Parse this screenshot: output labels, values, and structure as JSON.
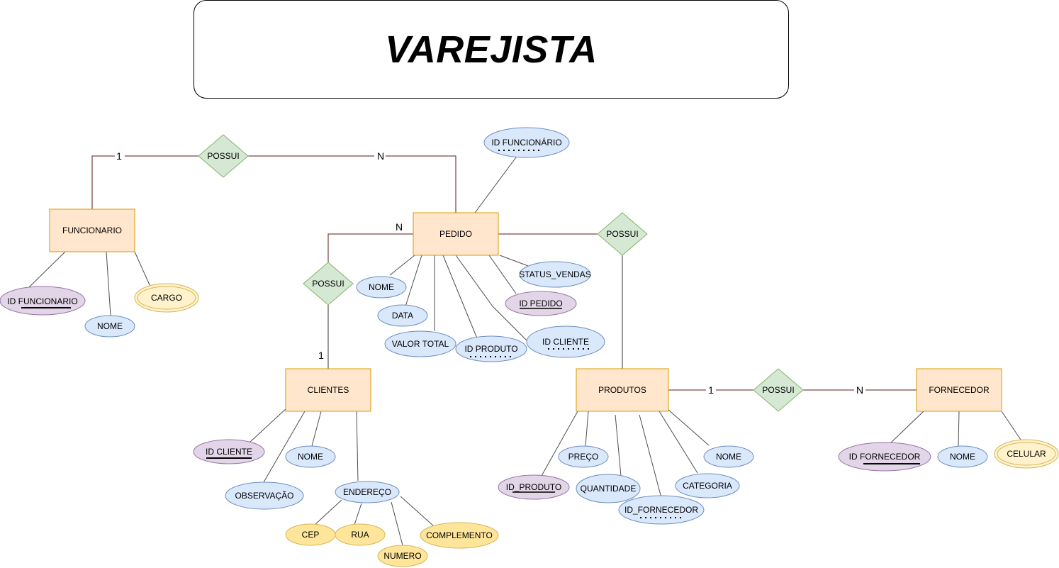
{
  "title": "VAREJISTA",
  "colors": {
    "entity_fill": "#ffe6cc",
    "entity_stroke": "#d79b00",
    "relation_fill": "#d5e8d4",
    "relation_stroke": "#82b366",
    "attr_fill": "#dae8fc",
    "attr_stroke": "#6c8ebf",
    "key_fill": "#e1d5e7",
    "key_stroke": "#9673a6",
    "multi_fill": "#fff2cc",
    "multi_stroke": "#d6b656",
    "composite_fill": "#ffe599",
    "line_dark": "#5a1a1a",
    "line_gray": "#333333"
  },
  "entities": {
    "funcionario": "FUNCIONARIO",
    "pedido": "PEDIDO",
    "clientes": "CLIENTES",
    "produtos": "PRODUTOS",
    "fornecedor": "FORNECEDOR"
  },
  "relationships": {
    "func_pedido": "POSSUI",
    "pedido_produtos": "POSSUI",
    "pedido_clientes": "POSSUI",
    "produtos_fornecedor": "POSSUI"
  },
  "cardinalities": {
    "func_1": "1",
    "pedido_n_top": "N",
    "pedido_n_left": "N",
    "clientes_1": "1",
    "produtos_1": "1",
    "fornecedor_n": "N"
  },
  "attributes": {
    "id_funcionario_fk": "ID FUNCIONÁRIO",
    "id_funcionario": "ID FUNCIONARIO",
    "func_nome": "NOME",
    "cargo": "CARGO",
    "status_vendas": "STATUS_VENDAS",
    "pedido_nome": "NOME",
    "id_pedido": "ID PEDIDO",
    "data": "DATA",
    "valor_total": "VALOR TOTAL",
    "id_produto_fk": "ID PRODUTO",
    "id_cliente_fk": "ID CLIENTE",
    "id_cliente": "ID CLIENTE",
    "cli_nome": "NOME",
    "observacao": "OBSERVAÇÃO",
    "endereco": "ENDEREÇO",
    "cep": "CEP",
    "rua": "RUA",
    "numero": "NUMERO",
    "complemento": "COMPLEMENTO",
    "preco": "PREÇO",
    "prod_nome": "NOME",
    "id_produto": "ID_PRODUTO",
    "quantidade": "QUANTIDADE",
    "categoria": "CATEGORIA",
    "id_fornecedor_fk": "ID_FORNECEDOR",
    "id_fornecedor": "ID FORNECEDOR",
    "forn_nome": "NOME",
    "celular": "CELULAR"
  }
}
